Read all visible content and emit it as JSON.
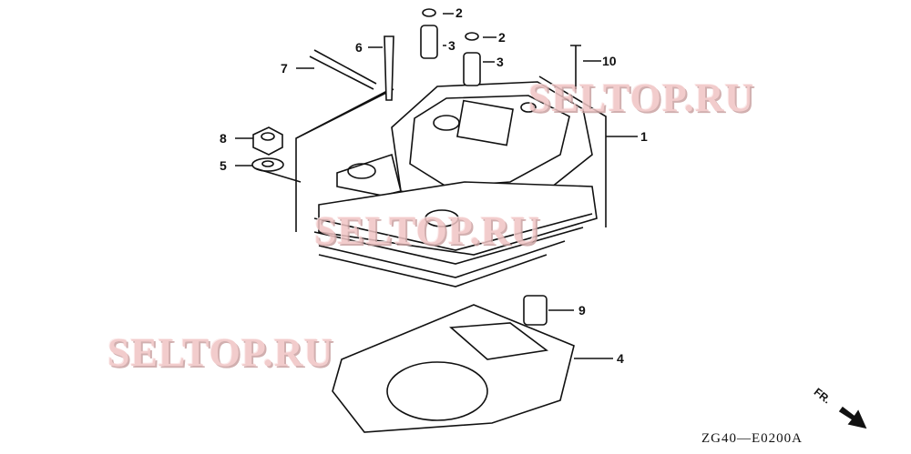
{
  "callouts": [
    {
      "id": "2a",
      "label": "2"
    },
    {
      "id": "3a",
      "label": "3"
    },
    {
      "id": "2b",
      "label": "2"
    },
    {
      "id": "3b",
      "label": "3"
    },
    {
      "id": "6",
      "label": "6"
    },
    {
      "id": "7",
      "label": "7"
    },
    {
      "id": "10",
      "label": "10"
    },
    {
      "id": "8",
      "label": "8"
    },
    {
      "id": "5",
      "label": "5"
    },
    {
      "id": "1",
      "label": "1"
    },
    {
      "id": "9",
      "label": "9"
    },
    {
      "id": "4",
      "label": "4"
    }
  ],
  "watermark": "SELTOP.RU",
  "direction_label": "FR.",
  "diagram_code": "ZG40—E0200A",
  "colors": {
    "line": "#111111",
    "watermark": "#f0c4c4"
  }
}
